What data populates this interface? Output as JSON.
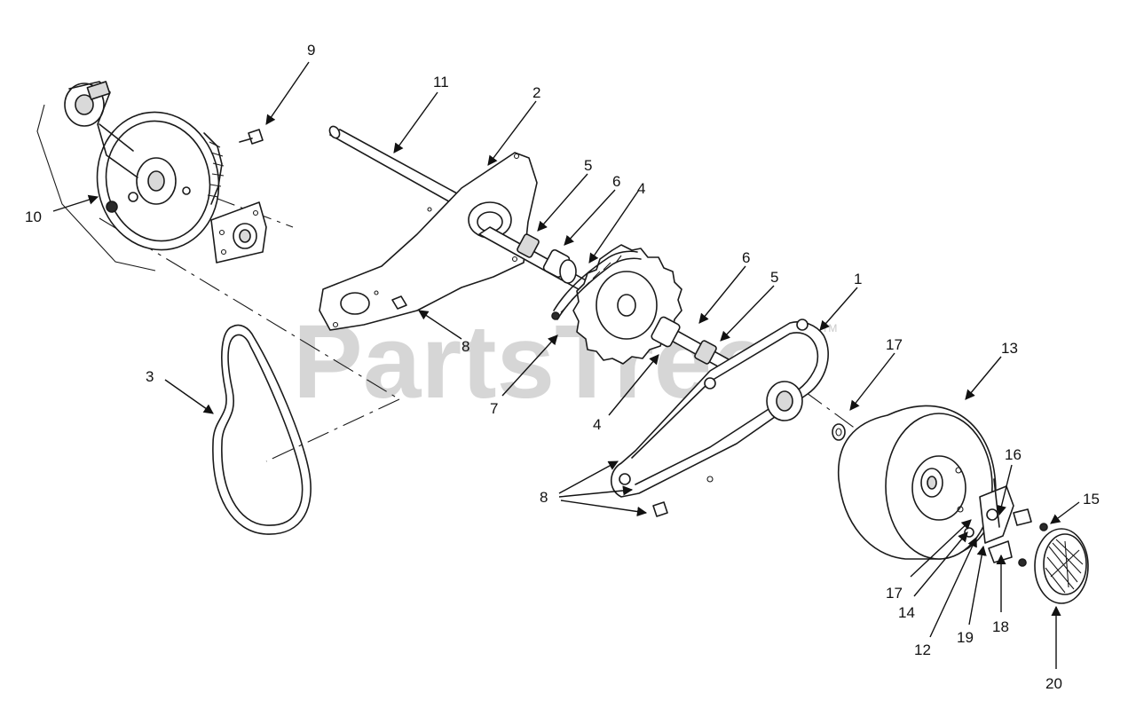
{
  "watermark": {
    "text": "PartsTree",
    "trademark": "TM"
  },
  "callouts": {
    "c1": "1",
    "c2": "2",
    "c3": "3",
    "c4a": "4",
    "c4b": "4",
    "c5a": "5",
    "c5b": "5",
    "c6a": "6",
    "c6b": "6",
    "c7": "7",
    "c8a": "8",
    "c8b": "8",
    "c9": "9",
    "c10": "10",
    "c11": "11",
    "c12": "12",
    "c13": "13",
    "c14": "14",
    "c15": "15",
    "c16": "16",
    "c17a": "17",
    "c17b": "17",
    "c18": "18",
    "c19": "19",
    "c20": "20"
  }
}
